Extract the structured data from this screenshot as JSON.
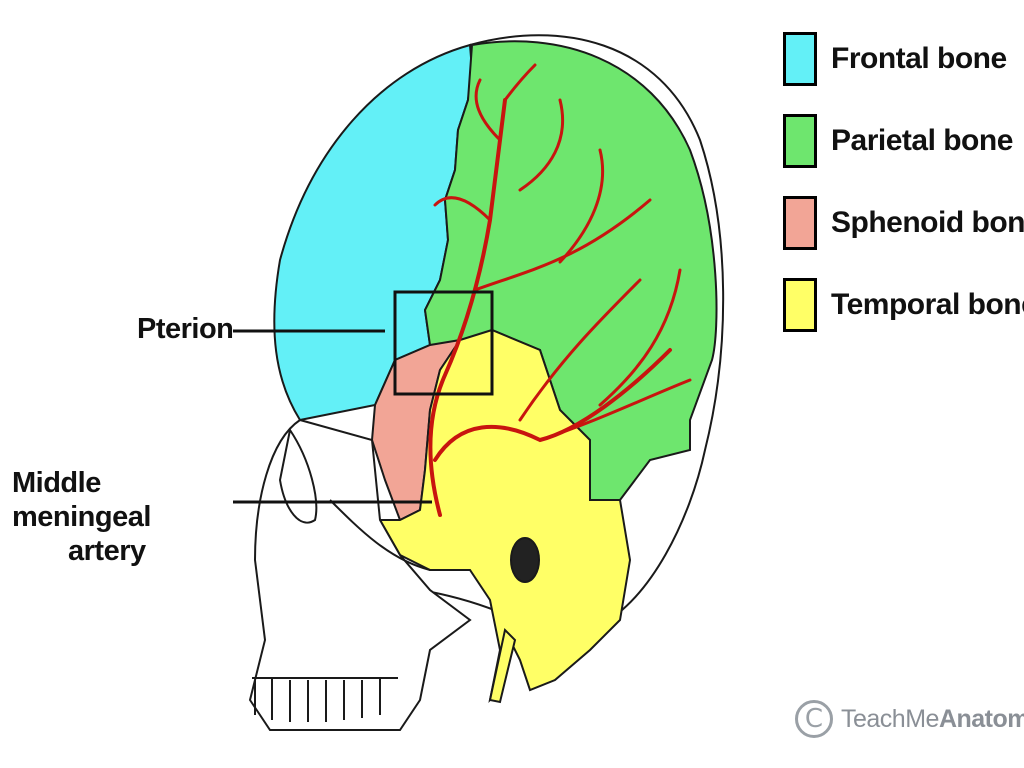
{
  "legend": {
    "items": [
      {
        "label": "Frontal bone",
        "color": "#63f0f7"
      },
      {
        "label": "Parietal bone",
        "color": "#6ee66e"
      },
      {
        "label": "Sphenoid bone",
        "color": "#f2a596"
      },
      {
        "label": "Temporal bone",
        "color": "#ffff66"
      }
    ]
  },
  "callouts": {
    "pterion": "Pterion",
    "mma_line1": "Middle meningeal",
    "mma_line2": "artery"
  },
  "watermark": {
    "symbol": "C",
    "brand_part1": "TeachMe",
    "brand_part2": "Anatomy"
  },
  "colors": {
    "artery": "#c8140f",
    "outline": "#1a1a1a"
  }
}
